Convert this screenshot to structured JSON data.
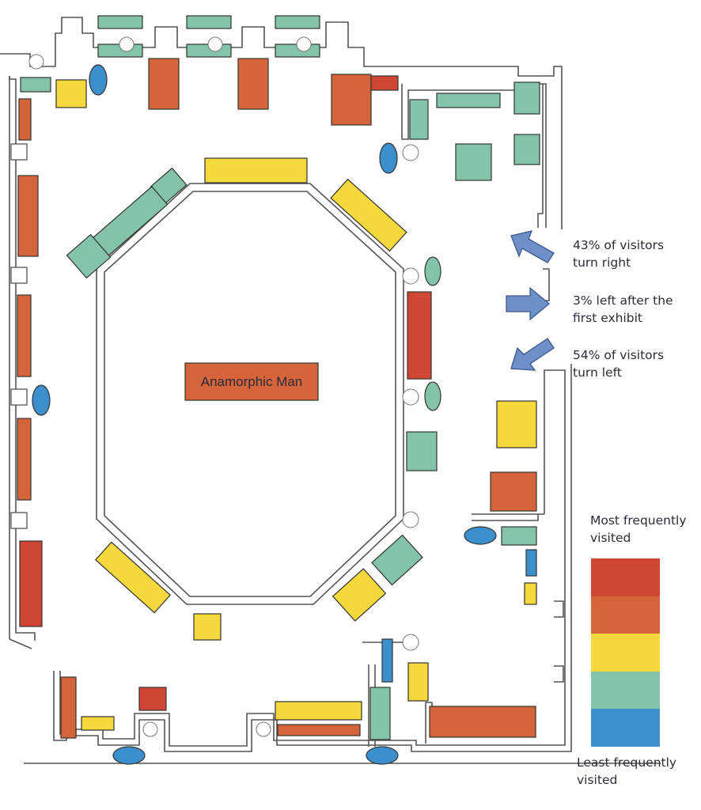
{
  "center_exhibit_label": "Anamorphic Man",
  "annotations": [
    {
      "text_line1": "43% of visitors",
      "text_line2": "turn right"
    },
    {
      "text_line1": "3% left after the",
      "text_line2": "first exhibit"
    },
    {
      "text_line1": "54% of visitors",
      "text_line2": "turn left"
    }
  ],
  "legend": {
    "top_label_line1": "Most frequently",
    "top_label_line2": "visited",
    "bottom_label_line1": "Least frequently",
    "bottom_label_line2": "visited",
    "scale_colors": [
      "#cf4732",
      "#d6643a",
      "#f5d83b",
      "#82c3a9",
      "#3a8fcc"
    ]
  },
  "colors": {
    "most": "#cf4732",
    "high": "#d6643a",
    "medium": "#f5d83b",
    "low": "#82c3a9",
    "least": "#3a8fcc",
    "arrow": "#6f8fc8",
    "wall": "#555555"
  }
}
